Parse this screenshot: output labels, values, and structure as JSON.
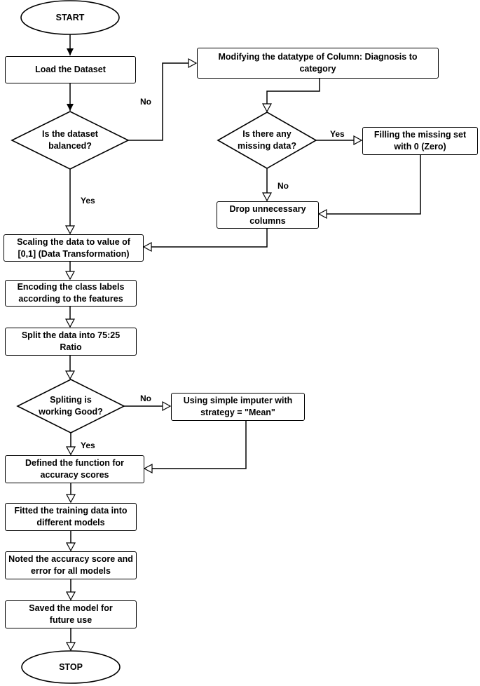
{
  "flowchart": {
    "start": "START",
    "load": "Load the Dataset",
    "balanced_q": "Is the dataset balanced?",
    "modify": "Modifying the datatype of Column: Diagnosis to category",
    "missing_q": "Is there any missing data?",
    "fill": "Filling the missing set with 0 (Zero)",
    "drop": "Drop unnecessary columns",
    "scale": "Scaling the data to value of [0,1] (Data Transformation)",
    "encode": "Encoding the class labels according to the features",
    "split": "Split the data into 75:25 Ratio",
    "split_q": "Spliting is working Good?",
    "imputer": "Using simple imputer with strategy = \"Mean\"",
    "define": "Defined the function for accuracy scores",
    "fit": "Fitted the training data into different models",
    "note": "Noted the accuracy score and error for all models",
    "save": "Saved the model for future use",
    "stop": "STOP"
  },
  "edge_labels": {
    "no_balanced": "No",
    "yes_balanced": "Yes",
    "yes_missing": "Yes",
    "no_missing": "No",
    "no_split": "No",
    "yes_split": "Yes"
  }
}
